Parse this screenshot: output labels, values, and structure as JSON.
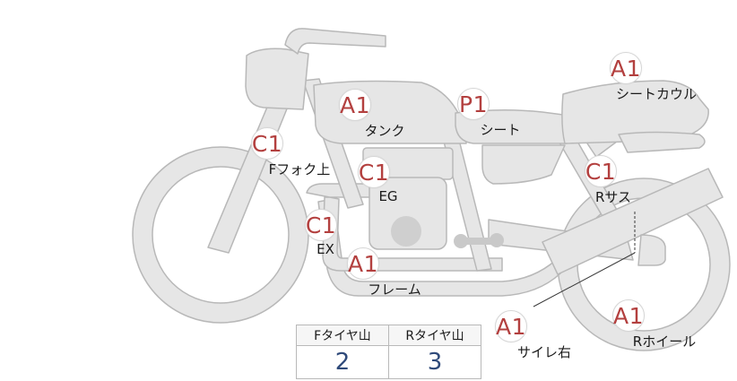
{
  "parts": [
    {
      "id": "shroud",
      "grade": "A1",
      "label": "シートカウル"
    },
    {
      "id": "tank",
      "grade": "A1",
      "label": "タンク"
    },
    {
      "id": "seat",
      "grade": "P1",
      "label": "シート"
    },
    {
      "id": "ffork",
      "grade": "C1",
      "label": "Fフォク上"
    },
    {
      "id": "engine",
      "grade": "C1",
      "label": "EG"
    },
    {
      "id": "rsus",
      "grade": "C1",
      "label": "Rサス"
    },
    {
      "id": "exhaust",
      "grade": "C1",
      "label": "EX"
    },
    {
      "id": "frame",
      "grade": "A1",
      "label": "フレーム"
    },
    {
      "id": "silencer",
      "grade": "A1",
      "label": "サイレ右"
    },
    {
      "id": "rwheel",
      "grade": "A1",
      "label": "Rホイール"
    }
  ],
  "tread_table": {
    "headers": [
      "Fタイヤ山",
      "Rタイヤ山"
    ],
    "values": [
      "2",
      "3"
    ]
  },
  "colors": {
    "body_fill": "#e6e6e6",
    "body_stroke": "#b8b8b8",
    "grade_text": "#b3403f",
    "value_text": "#2f4a7a"
  }
}
